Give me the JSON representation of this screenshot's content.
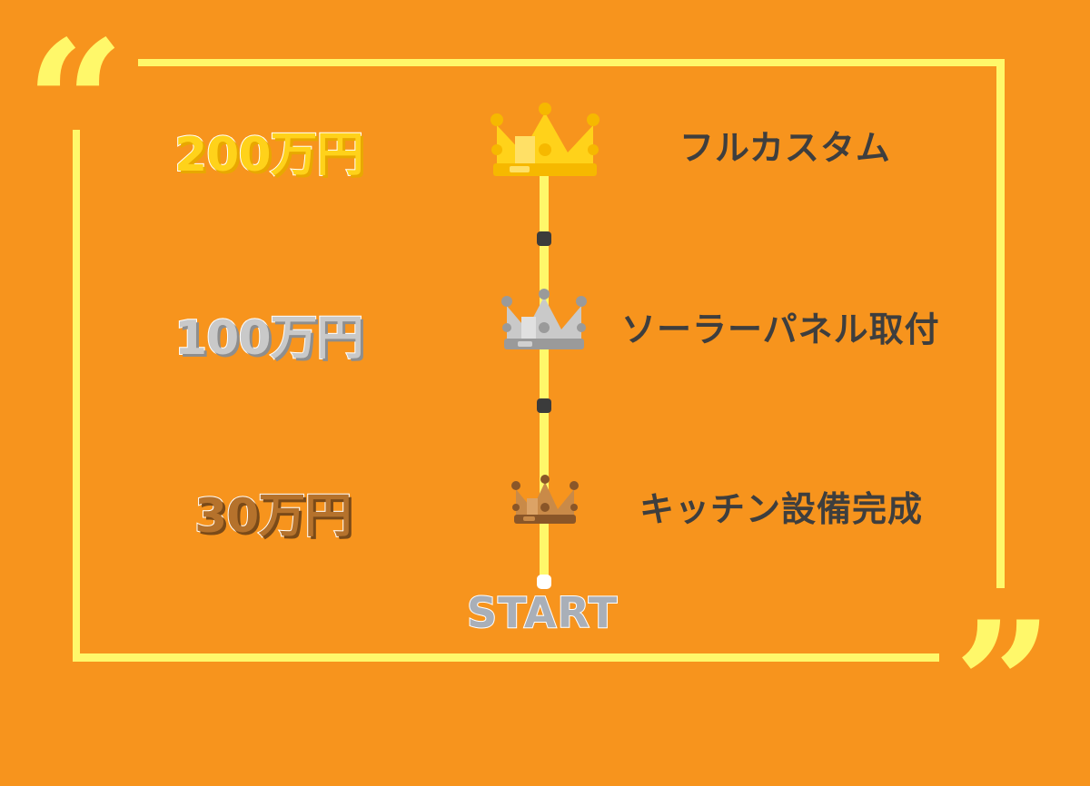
{
  "decor": {
    "open_quote": "“",
    "close_quote": "”",
    "frame_color": "#FFF86A",
    "background_color": "#F7941D"
  },
  "tiers": [
    {
      "amount": "200万円",
      "reward": "フルカスタム",
      "crown": "gold-crown-icon",
      "color": "#FFD21A"
    },
    {
      "amount": "100万円",
      "reward": "ソーラーパネル取付",
      "crown": "silver-crown-icon",
      "color": "#C9C9C9"
    },
    {
      "amount": "30万円",
      "reward": "キッチン設備完成",
      "crown": "bronze-crown-icon",
      "color": "#B5722C"
    }
  ],
  "timeline": {
    "start_label": "START"
  }
}
